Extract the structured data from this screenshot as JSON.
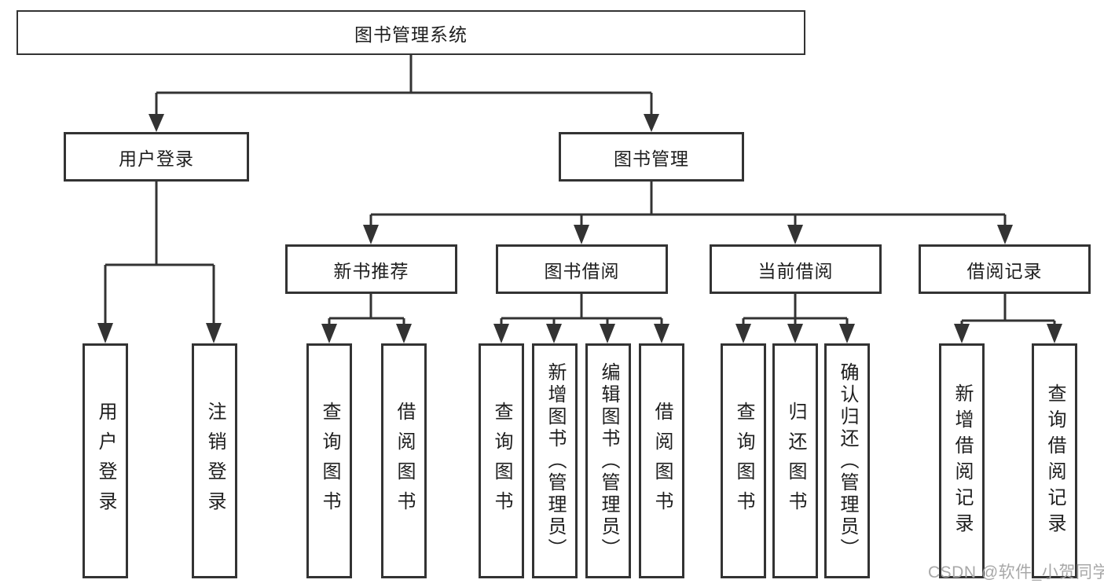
{
  "diagram": {
    "title": "图书管理系统",
    "colors": {
      "line": "#333333",
      "box_border": "#333333",
      "text": "#1e1e1e",
      "watermark": "#a8a8a8",
      "background": "#ffffff"
    },
    "nodes": {
      "root": {
        "label": "图书管理系统"
      },
      "user_login": {
        "label": "用户登录"
      },
      "book_mgmt": {
        "label": "图书管理"
      },
      "new_book": {
        "label": "新书推荐"
      },
      "book_borrow": {
        "label": "图书借阅"
      },
      "current_borrow": {
        "label": "当前借阅"
      },
      "borrow_record": {
        "label": "借阅记录"
      },
      "ul_login": {
        "label": "用户登录"
      },
      "ul_logout": {
        "label": "注销登录"
      },
      "nb_query": {
        "label": "查询图书"
      },
      "nb_borrow": {
        "label": "借阅图书"
      },
      "bb_query": {
        "label": "查询图书"
      },
      "bb_add": {
        "label": "新增图书（管理员）"
      },
      "bb_edit": {
        "label": "编辑图书（管理员）"
      },
      "bb_borrow": {
        "label": "借阅图书"
      },
      "cb_query": {
        "label": "查询图书"
      },
      "cb_return": {
        "label": "归还图书"
      },
      "cb_confirm": {
        "label": "确认归还（管理员）"
      },
      "br_add": {
        "label": "新增借阅记录"
      },
      "br_query": {
        "label": "查询借阅记录"
      }
    },
    "watermark": "CSDN @软件_小贺同学"
  }
}
